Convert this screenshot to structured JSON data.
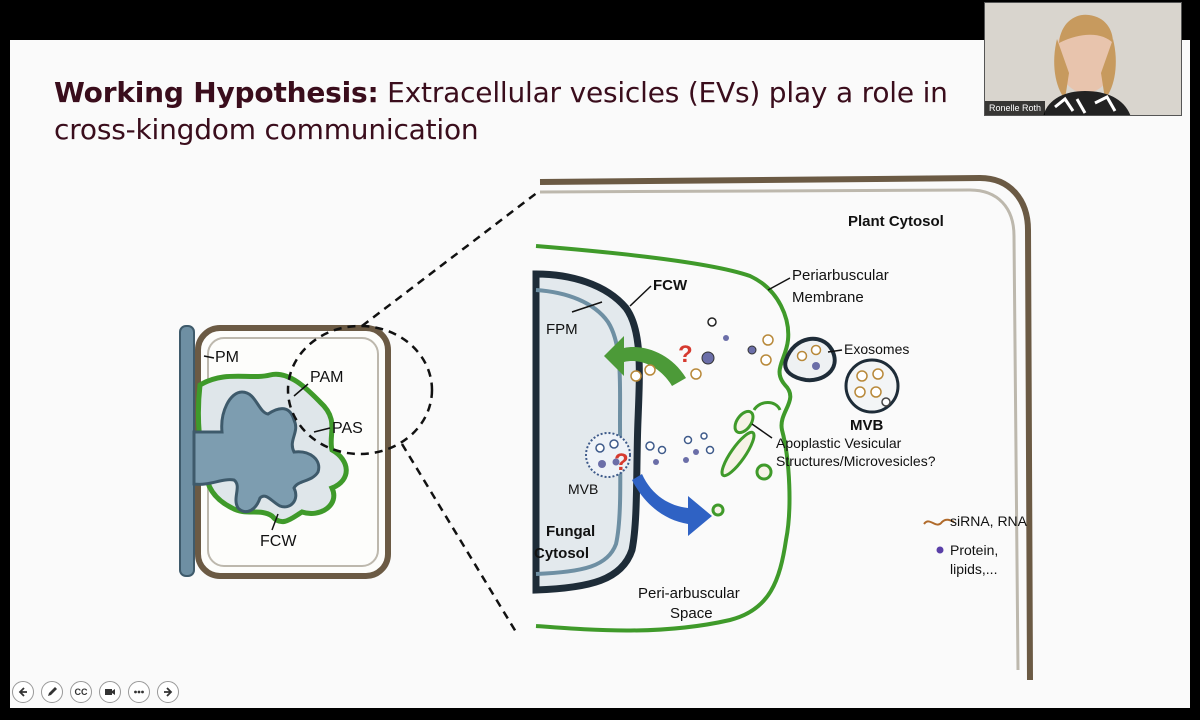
{
  "slide": {
    "title_bold": "Working Hypothesis:",
    "title_rest": " Extracellular vesicles (EVs) play a role in cross-kingdom communication"
  },
  "diagram": {
    "left": {
      "pm": "PM",
      "pam": "PAM",
      "pas": "PAS",
      "fcw": "FCW"
    },
    "right": {
      "plant_cytosol": "Plant Cytosol",
      "periarbuscular_line1": "Periarbuscular",
      "periarbuscular_line2": "Membrane",
      "fcw": "FCW",
      "fpm": "FPM",
      "exosomes": "Exosomes",
      "mvb_big": "MVB",
      "mvb_small": "MVB",
      "apoplastic_line1": "Apoplastic Vesicular",
      "apoplastic_line2": "Structures/Microvesicles?",
      "fungal_line1": "Fungal",
      "fungal_line2": "Cytosol",
      "peri_space_line1": "Peri-arbuscular",
      "peri_space_line2": "Space",
      "question_mark": "?",
      "legend_rna": "siRNA, RNA",
      "legend_protein_line1": "Protein,",
      "legend_protein_line2": "lipids,..."
    }
  },
  "video": {
    "participant_name": "Ronelle Roth"
  },
  "controls": [
    {
      "name": "previous-slide-icon"
    },
    {
      "name": "pen-icon"
    },
    {
      "name": "closed-captions-icon",
      "label": "CC"
    },
    {
      "name": "camera-icon"
    },
    {
      "name": "more-options-icon"
    },
    {
      "name": "next-slide-icon"
    }
  ],
  "colors": {
    "title": "#3a0d1c",
    "green_membrane": "#3f9a2a",
    "cell_wall_brown": "#6b5a44",
    "fungal_blue": "#6e8fa3",
    "arrow_green": "#4c9a38",
    "arrow_blue": "#2f62c4",
    "question_red": "#d63a2f"
  }
}
